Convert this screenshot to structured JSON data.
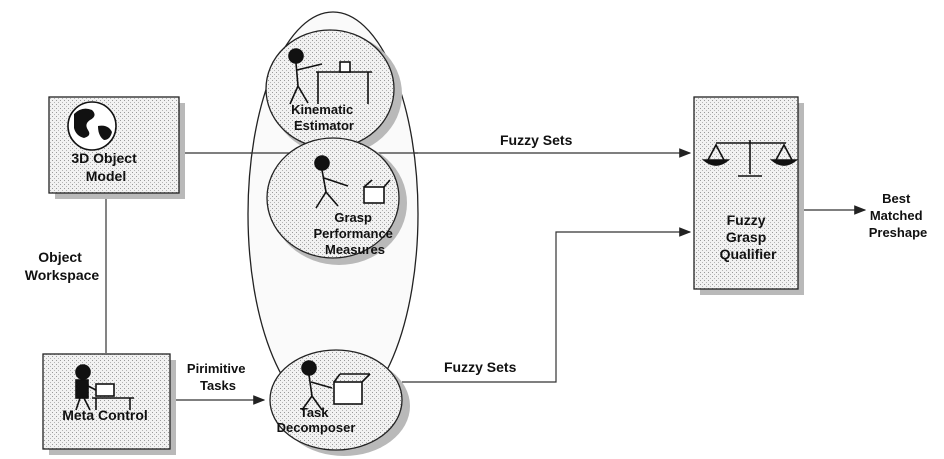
{
  "nodes": {
    "object_model": {
      "label_lines": [
        "3D Object",
        "Model"
      ],
      "icon": "globe-icon"
    },
    "kinematic_estimator": {
      "label_lines": [
        "Kinematic",
        "Estimator"
      ],
      "icon": "person-at-table-icon"
    },
    "grasp_performance": {
      "label_lines": [
        "Grasp",
        "Performance",
        "Measures"
      ],
      "icon": "person-with-box-icon"
    },
    "meta_control": {
      "label_lines": [
        "Meta Control"
      ],
      "icon": "person-at-desk-icon"
    },
    "task_decomposer": {
      "label_lines": [
        "Task",
        "Decomposer"
      ],
      "icon": "person-with-box-icon"
    },
    "fuzzy_grasp_qualifier": {
      "label_lines": [
        "Fuzzy",
        "Grasp",
        "Qualifier"
      ],
      "icon": "balance-scale-icon"
    }
  },
  "edges": {
    "object_model_to_qualifier": {
      "label": "Fuzzy Sets"
    },
    "object_model_to_meta_control": {
      "label_lines": [
        "Object",
        "Workspace"
      ]
    },
    "meta_control_to_decomposer": {
      "label_lines": [
        "Pirimitive",
        "Tasks"
      ]
    },
    "decomposer_to_qualifier": {
      "label": "Fuzzy Sets"
    },
    "qualifier_output": {
      "label_lines": [
        "Best",
        "Matched",
        "Preshape"
      ]
    }
  }
}
